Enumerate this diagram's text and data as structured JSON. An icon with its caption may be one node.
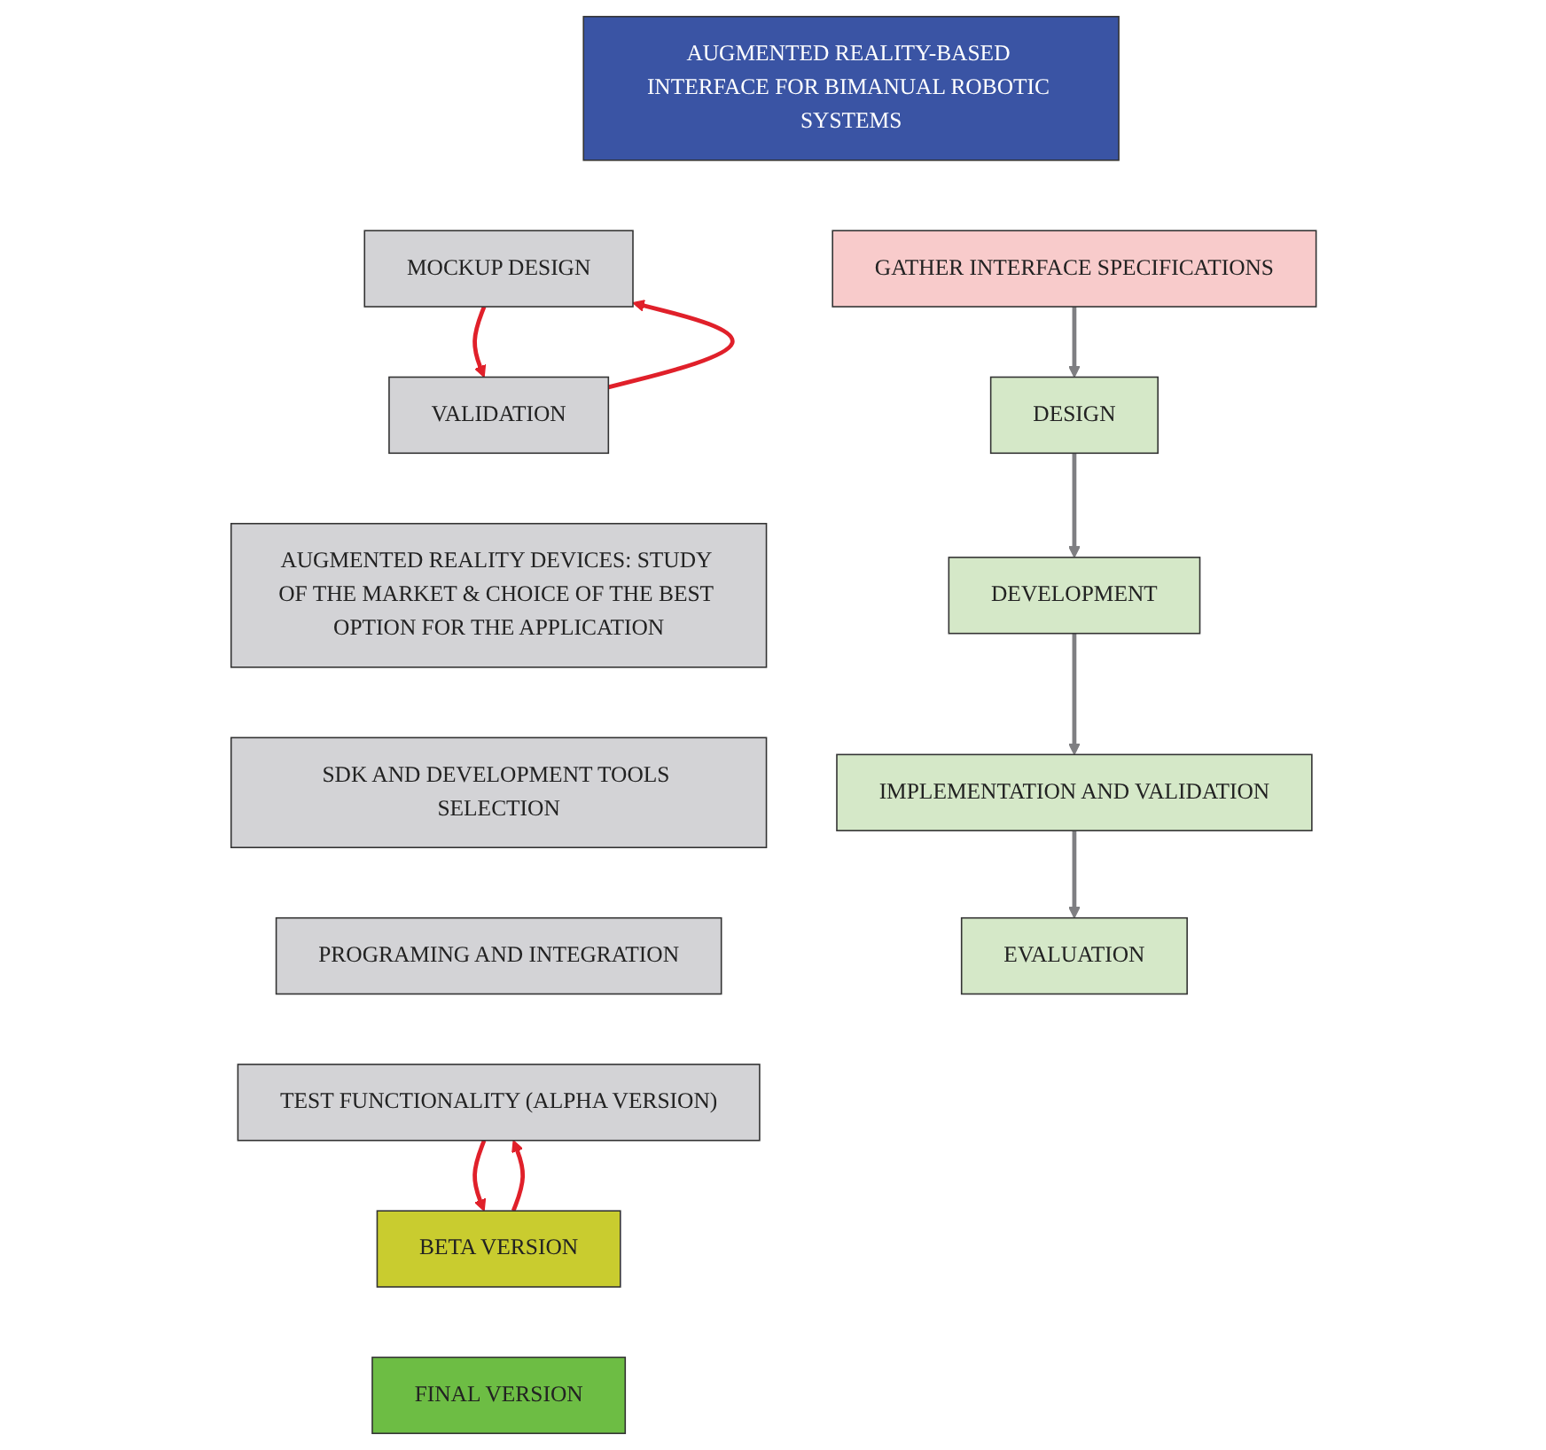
{
  "diagram": {
    "nodes": [
      {
        "text": [
          "AUGMENTED REALITY-BASED INTERFACE FOR BIMANUAL ROBOTIC SYSTEMS"
        ]
      },
      {
        "text": [
          "GATHER INTERFACE SPECIFICATIONS"
        ]
      },
      {
        "text": [
          "DESIGN"
        ]
      },
      {
        "text": [
          "MOCKUP DESIGN"
        ]
      },
      {
        "text": [
          "VALIDATION"
        ]
      },
      {
        "text": [
          "DEVELOPMENT"
        ]
      },
      {
        "text": [
          "AUGMENTED REALITY DEVICES: STUDY OF THE MARKET & CHOICE OF THE BEST OPTION FOR THE APPLICATION"
        ]
      },
      {
        "text": [
          "SDK AND DEVELOPMENT TOOLS SELECTION"
        ]
      },
      {
        "text": [
          "IMPLEMENTATION AND VALIDATION"
        ]
      },
      {
        "text": [
          "PROGRAMING AND INTEGRATION"
        ]
      },
      {
        "text": [
          "TEST FUNCTIONALITY (ALPHA VERSION)"
        ]
      },
      {
        "text": [
          "BETA VERSION"
        ]
      },
      {
        "text": [
          "EVALUATION"
        ]
      },
      {
        "text": [
          "FINAL VERSION"
        ]
      }
    ],
    "edges": [
      {
        "from": 1,
        "to": 2,
        "arrow": "to",
        "color": "#7f7f82"
      },
      {
        "from": 2,
        "to": 5,
        "arrow": "to",
        "color": "#7f7f82"
      },
      {
        "from": 5,
        "to": 8,
        "arrow": "to",
        "color": "#7f7f82"
      },
      {
        "from": 8,
        "to": 12,
        "arrow": "to",
        "color": "#7f7f82"
      },
      {
        "from": 3,
        "to": 4,
        "arrow": "to",
        "color": "#e0202a"
      },
      {
        "from": 4,
        "to": 3,
        "arrow": "to",
        "color": "#e0202a"
      },
      {
        "from": 10,
        "to": 11,
        "arrow": "to",
        "color": "#e0202a"
      },
      {
        "from": 11,
        "to": 10,
        "arrow": "to",
        "color": "#e0202a"
      }
    ]
  }
}
